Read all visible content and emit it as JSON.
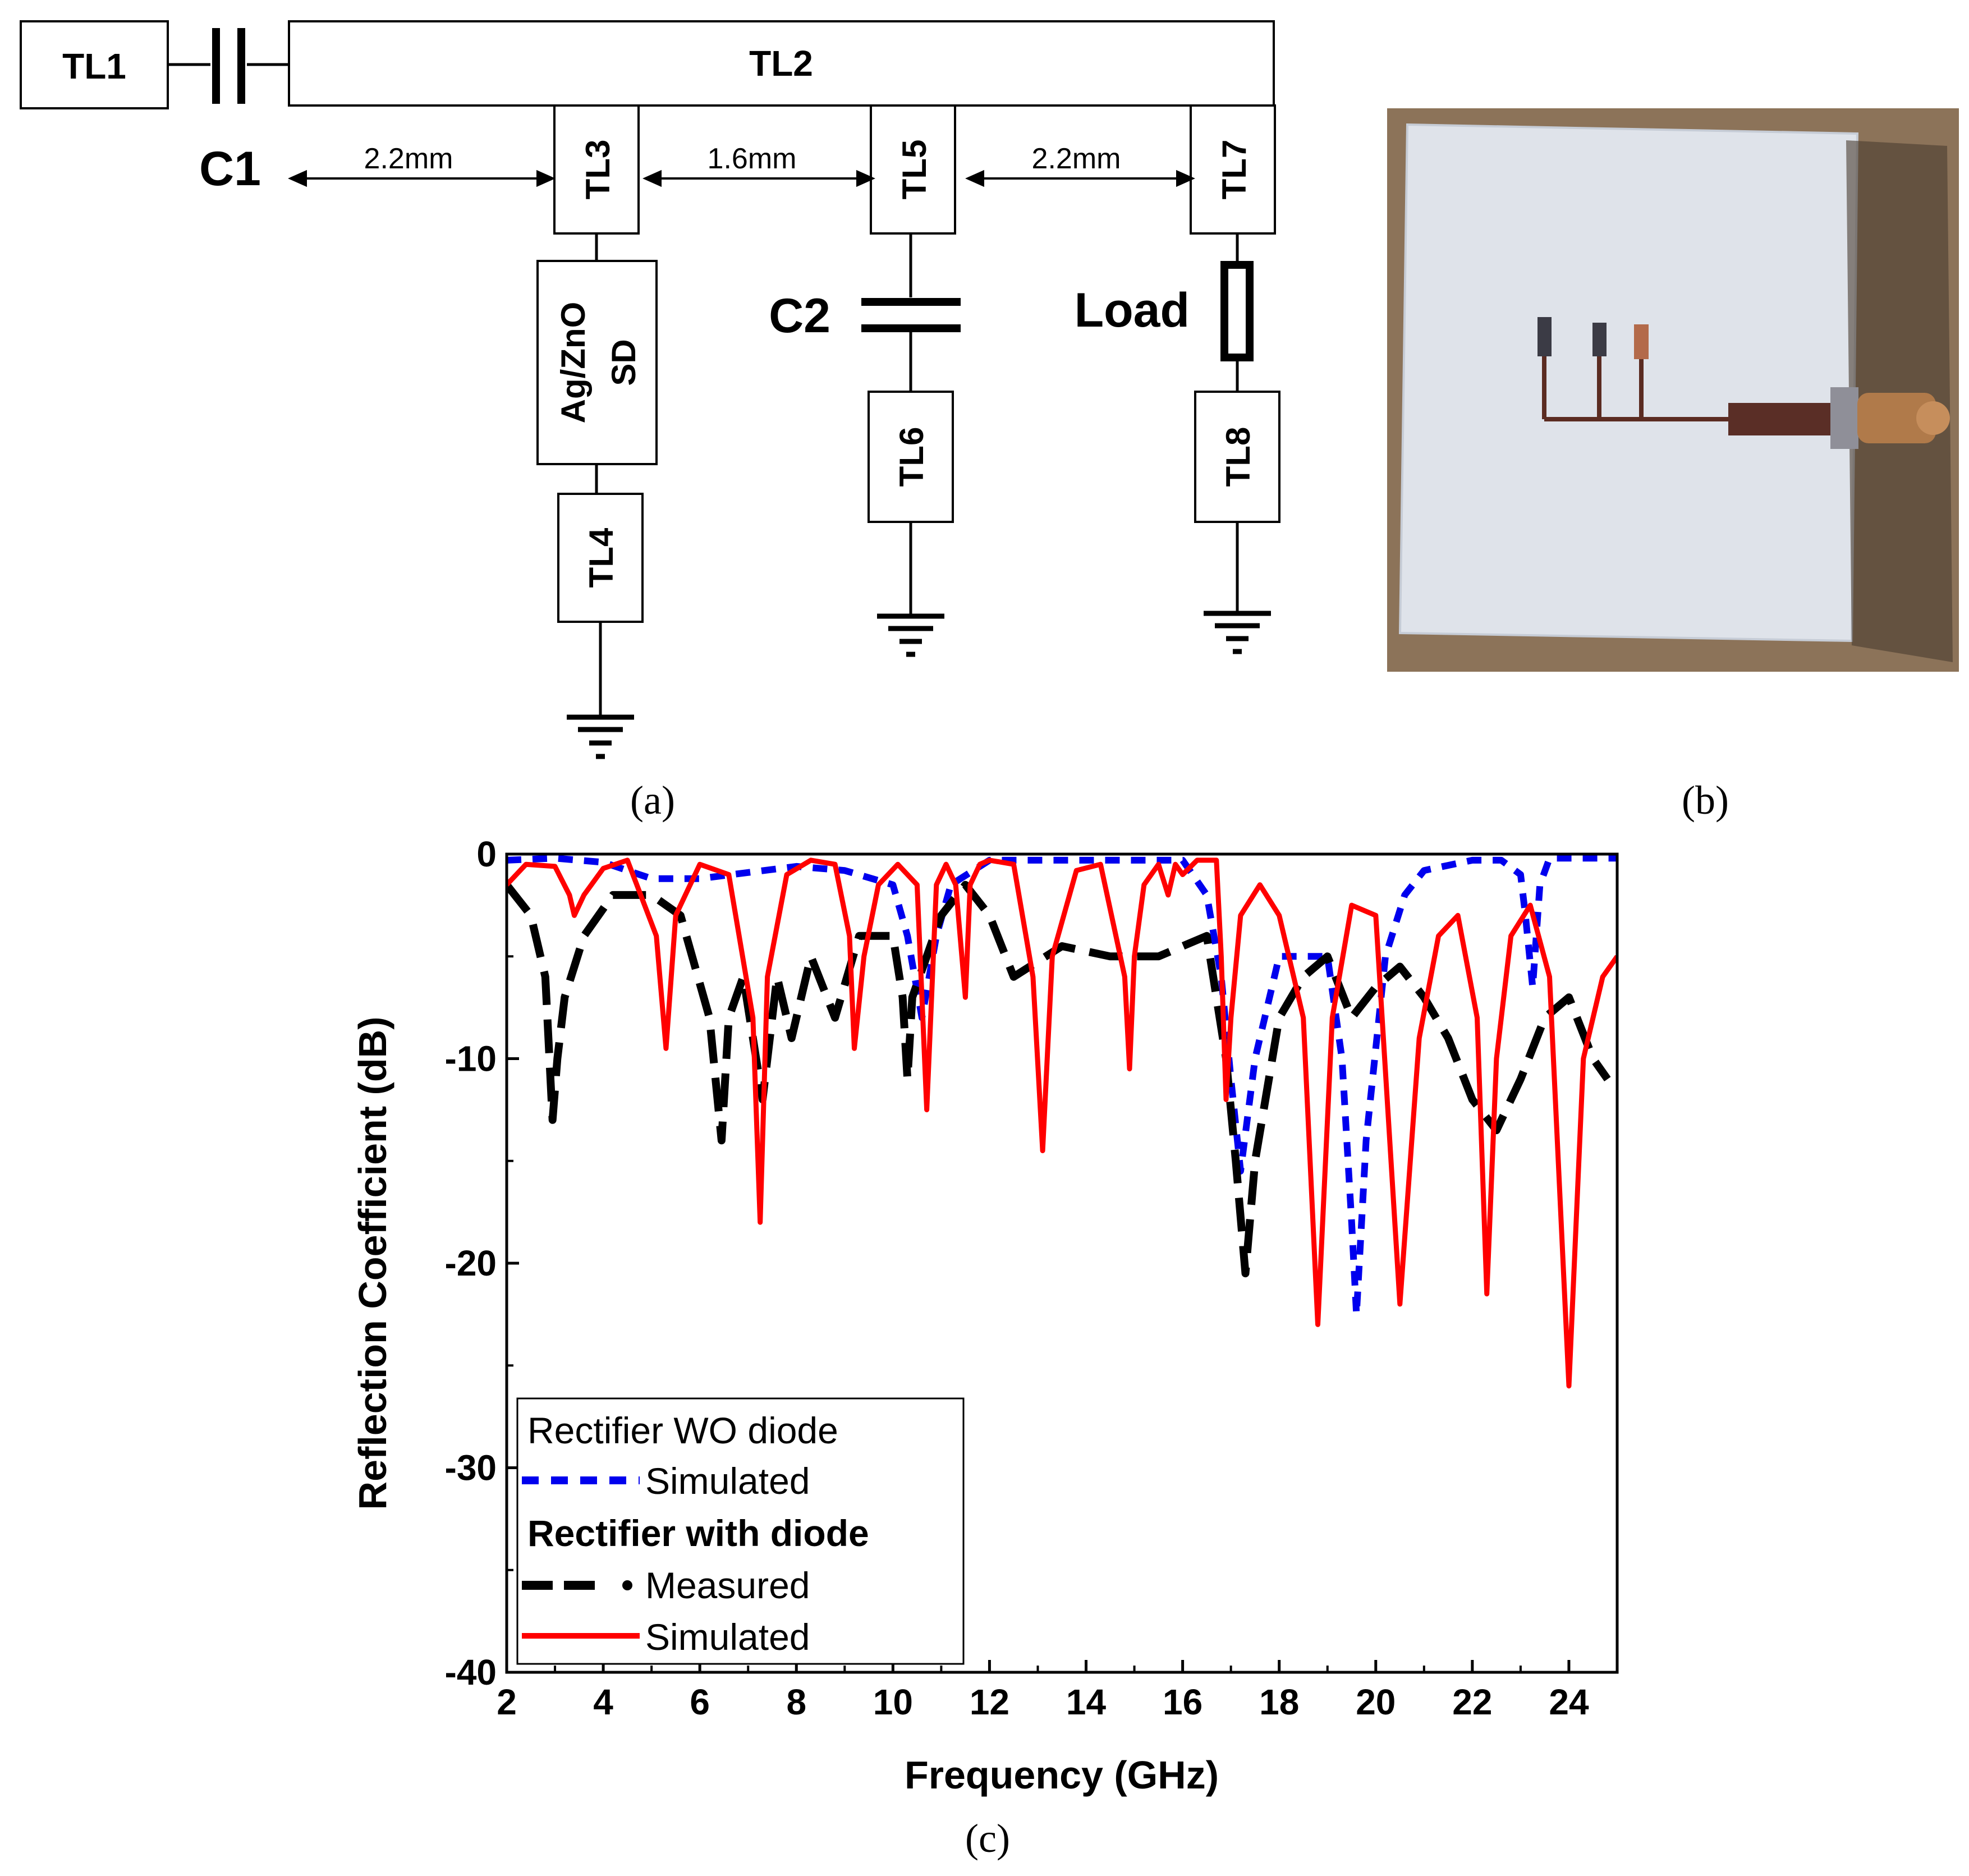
{
  "panel_labels": {
    "a": "(a)",
    "b": "(b)",
    "c": "(c)"
  },
  "schematic": {
    "blocks": {
      "tl1": "TL1",
      "tl2": "TL2",
      "tl3": "TL3",
      "tl4": "TL4",
      "tl5": "TL5",
      "tl6": "TL6",
      "tl7": "TL7",
      "tl8": "TL8",
      "diode_line1": "Ag/ZnO",
      "diode_line2": "SD"
    },
    "components": {
      "c1": "C1",
      "c2": "C2",
      "load": "Load"
    },
    "dimensions": {
      "d1": "2.2mm",
      "d2": "1.6mm",
      "d3": "2.2mm"
    }
  },
  "colors": {
    "measured": "#000000",
    "simulated_with_diode": "#ff0000",
    "simulated_wo_diode": "#0000ee"
  },
  "chart_data": {
    "type": "line",
    "xlabel": "Frequency (GHz)",
    "ylabel": "Reflection Coefficient (dB)",
    "xlim": [
      2,
      25
    ],
    "ylim": [
      -40,
      0
    ],
    "xticks": [
      2,
      4,
      6,
      8,
      10,
      12,
      14,
      16,
      18,
      20,
      22,
      24
    ],
    "yticks": [
      0,
      -10,
      -20,
      -30,
      -40
    ],
    "legend": {
      "placement": "bottom-left",
      "group1_title": "Rectifier WO diode",
      "group2_title": "Rectifier with diode",
      "items": [
        "Simulated",
        "Measured",
        "Simulated"
      ]
    },
    "series": [
      {
        "name": "Simulated",
        "group": "Rectifier WO diode",
        "style": "dotted-blue",
        "x": [
          2,
          3,
          4,
          5,
          6,
          7,
          8,
          9,
          10,
          10.3,
          10.6,
          10.9,
          11.2,
          12,
          14,
          16,
          16.5,
          16.8,
          17,
          17.2,
          17.5,
          18,
          19,
          19.3,
          19.5,
          19.6,
          19.8,
          20.2,
          20.6,
          21,
          22,
          22.6,
          23,
          23.1,
          23.25,
          23.4,
          23.6,
          24,
          25
        ],
        "y": [
          -0.3,
          -0.2,
          -0.4,
          -1.2,
          -1.2,
          -0.9,
          -0.6,
          -0.8,
          -1.5,
          -4,
          -8,
          -4,
          -1.5,
          -0.3,
          -0.3,
          -0.3,
          -2,
          -6,
          -11,
          -15.5,
          -10,
          -5,
          -5,
          -10,
          -18,
          -22.5,
          -14,
          -5,
          -2,
          -0.8,
          -0.3,
          -0.3,
          -1,
          -3,
          -6.5,
          -1.5,
          -0.2,
          -0.2,
          -0.2
        ]
      },
      {
        "name": "Measured",
        "group": "Rectifier with diode",
        "style": "dashed-black",
        "x": [
          2,
          2.5,
          2.8,
          2.95,
          3.05,
          3.2,
          3.6,
          4.2,
          5,
          5.6,
          6.2,
          6.45,
          6.6,
          6.9,
          7.3,
          7.6,
          7.9,
          8.3,
          8.8,
          9.3,
          10,
          10.2,
          10.3,
          10.4,
          10.7,
          11,
          11.5,
          12,
          12.5,
          13.5,
          14.5,
          15.5,
          16.5,
          16.9,
          17.1,
          17.3,
          17.5,
          18,
          18.5,
          19,
          19.5,
          20,
          20.5,
          21,
          21.5,
          22,
          22.5,
          23,
          23.5,
          24,
          24.5,
          24.8
        ],
        "y": [
          -1.5,
          -3,
          -6,
          -13,
          -10,
          -7,
          -4,
          -2,
          -2,
          -3,
          -8,
          -14,
          -8,
          -6,
          -12,
          -6,
          -9,
          -5,
          -8,
          -4,
          -4,
          -7,
          -11,
          -7,
          -5,
          -3,
          -1.5,
          -3,
          -6,
          -4.5,
          -5,
          -5,
          -4,
          -10,
          -15,
          -20.5,
          -15,
          -8,
          -6,
          -5,
          -8,
          -6.5,
          -5.5,
          -7,
          -9,
          -12,
          -13.5,
          -11,
          -8,
          -7,
          -10,
          -11
        ]
      },
      {
        "name": "Simulated",
        "group": "Rectifier with diode",
        "style": "solid-red",
        "x": [
          2,
          2.4,
          3,
          3.3,
          3.4,
          3.6,
          4,
          4.5,
          5.1,
          5.3,
          5.5,
          6,
          6.6,
          7.1,
          7.25,
          7.4,
          7.8,
          8.3,
          8.8,
          9.1,
          9.2,
          9.4,
          9.7,
          10.1,
          10.5,
          10.7,
          10.9,
          11.1,
          11.3,
          11.5,
          11.6,
          11.8,
          12,
          12.5,
          12.9,
          13.1,
          13.3,
          13.8,
          14.3,
          14.8,
          14.9,
          15,
          15.2,
          15.5,
          15.7,
          15.85,
          16,
          16.3,
          16.7,
          16.8,
          16.9,
          17,
          17.2,
          17.6,
          18,
          18.5,
          18.8,
          19.1,
          19.5,
          20,
          20.5,
          20.9,
          21.3,
          21.7,
          22.1,
          22.3,
          22.5,
          22.8,
          23.2,
          23.6,
          24,
          24.3,
          24.7,
          25
        ],
        "y": [
          -1.5,
          -0.5,
          -0.6,
          -2,
          -3,
          -2,
          -0.7,
          -0.3,
          -4,
          -9.5,
          -3,
          -0.5,
          -1,
          -8,
          -18,
          -6,
          -1,
          -0.3,
          -0.5,
          -4,
          -9.5,
          -5,
          -1.5,
          -0.5,
          -1.5,
          -12.5,
          -1.5,
          -0.5,
          -1.5,
          -7,
          -1.5,
          -0.5,
          -0.3,
          -0.5,
          -6,
          -14.5,
          -5,
          -0.8,
          -0.5,
          -6,
          -10.5,
          -5,
          -1.5,
          -0.5,
          -2,
          -0.5,
          -1,
          -0.3,
          -0.3,
          -5,
          -12,
          -8,
          -3,
          -1.5,
          -3,
          -8,
          -23,
          -8,
          -2.5,
          -3,
          -22,
          -9,
          -4,
          -3,
          -8,
          -21.5,
          -10,
          -4,
          -2.5,
          -6,
          -26,
          -10,
          -6,
          -5
        ]
      }
    ]
  }
}
